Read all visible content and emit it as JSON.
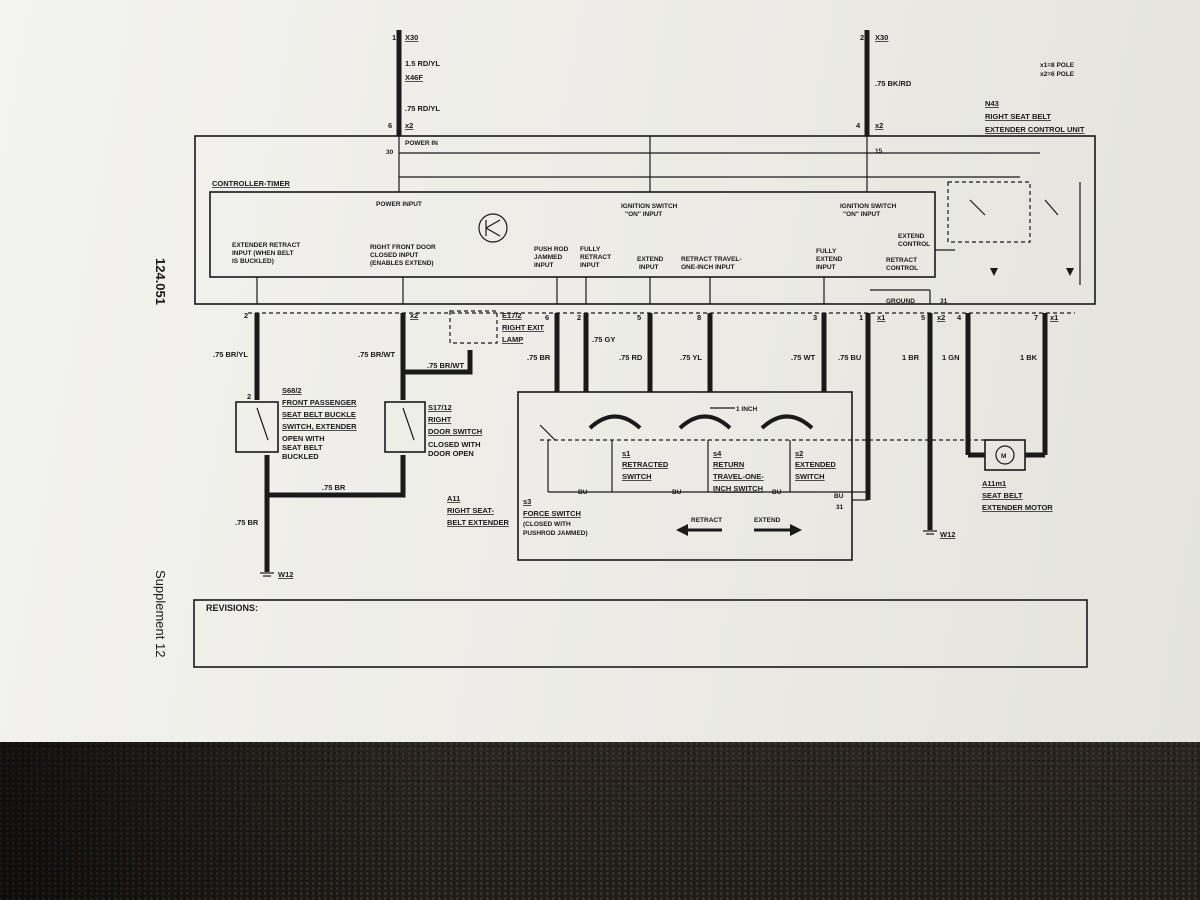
{
  "page": {
    "side_number": "124.051",
    "side_supplement": "Supplement 12"
  },
  "legend": {
    "pole1": "x1=8 POLE",
    "pole2": "x2=6 POLE"
  },
  "n43": {
    "code": "N43",
    "line1": "RIGHT SEAT BELT",
    "line2": "EXTENDER CONTROL UNIT"
  },
  "x30_left": {
    "pin": "1",
    "conn": "X30",
    "wire1": "1.5 RD/YL",
    "conn2": "X46F",
    "wire2": ".75 RD/YL",
    "pin2": "6",
    "x2": "x2",
    "power_in": "POWER IN",
    "num30": "30"
  },
  "x30_right": {
    "pin": "2",
    "conn": "X30",
    "wire": ".75 BK/RD",
    "pin2": "4",
    "x2": "x2",
    "num15": "15"
  },
  "controller": {
    "title": "CONTROLLER-TIMER",
    "power_input": "POWER INPUT",
    "ign_left_1": "IGNITION SWITCH",
    "ign_left_2": "\"ON\" INPUT",
    "ign_right_1": "IGNITION SWITCH",
    "ign_right_2": "\"ON\" INPUT",
    "ext_ret_1": "EXTENDER RETRACT",
    "ext_ret_2": "INPUT (WHEN BELT",
    "ext_ret_3": "IS BUCKLED)",
    "door_1": "RIGHT FRONT DOOR",
    "door_2": "CLOSED INPUT",
    "door_3": "(ENABLES EXTEND)",
    "push_1": "PUSH ROD",
    "push_2": "JAMMED",
    "push_3": "INPUT",
    "fr_1": "FULLY",
    "fr_2": "RETRACT",
    "fr_3": "INPUT",
    "ext_1": "EXTEND",
    "ext_2": "INPUT",
    "rt_1": "RETRACT TRAVEL-",
    "rt_2": "ONE-INCH INPUT",
    "fe_1": "FULLY",
    "fe_2": "EXTEND",
    "fe_3": "INPUT",
    "ec_1": "EXTEND",
    "ec_2": "CONTROL",
    "rc_1": "RETRACT",
    "rc_2": "CONTROL",
    "ground": "GROUND",
    "num31": "31"
  },
  "pins_bottom": {
    "p2": "2",
    "p2x": "x2",
    "p6": "6",
    "p2b": "2",
    "p5": "5",
    "p8": "8",
    "p3": "3",
    "p1": "1",
    "x1a": "x1",
    "p5b": "5",
    "x2b": "x2",
    "p4": "4",
    "p7": "7",
    "x1b": "x1"
  },
  "wires": {
    "br_yl": ".75 BR/YL",
    "br_wt": ".75 BR/WT",
    "br_wt2": ".75 BR/WT",
    "br": ".75 BR",
    "gy": ".75 GY",
    "rd": ".75 RD",
    "yl": ".75 YL",
    "wt": ".75 WT",
    "bu": ".75 BU",
    "br1": "1 BR",
    "gn1": "1 GN",
    "bk1": "1 BK",
    "br_mid": ".75 BR",
    "br_low": ".75 BR"
  },
  "lamp": {
    "code": "E17/2",
    "line1": "RIGHT EXIT",
    "line2": "LAMP"
  },
  "s68": {
    "pin": "2",
    "code": "S68/2",
    "line1": "FRONT PASSENGER",
    "line2": "SEAT BELT BUCKLE",
    "line3": "SWITCH, EXTENDER",
    "line4": "OPEN WITH",
    "line5": "SEAT BELT",
    "line6": "BUCKLED"
  },
  "s17": {
    "code": "S17/12",
    "line1": "RIGHT",
    "line2": "DOOR SWITCH",
    "line3": "CLOSED WITH",
    "line4": "DOOR OPEN"
  },
  "a11": {
    "code": "A11",
    "line1": "RIGHT SEAT-",
    "line2": "BELT EXTENDER"
  },
  "extender": {
    "s3": "s3",
    "force_1": "FORCE SWITCH",
    "force_2": "(CLOSED WITH",
    "force_3": "PUSHROD JAMMED)",
    "s1": "s1",
    "retracted_1": "RETRACTED",
    "retracted_2": "SWITCH",
    "s4": "s4",
    "return_1": "RETURN",
    "return_2": "TRAVEL-ONE-",
    "return_3": "INCH SWITCH",
    "s2": "s2",
    "extended_1": "EXTENDED",
    "extended_2": "SWITCH",
    "one_inch": "1 INCH",
    "bu1": "BU",
    "bu2": "BU",
    "bu3": "BU",
    "bu4": "BU",
    "num31": "31",
    "retract": "RETRACT",
    "extend": "EXTEND"
  },
  "motor": {
    "code": "A11m1",
    "line1": "SEAT BELT",
    "line2": "EXTENDER MOTOR",
    "symbol": "M"
  },
  "grounds": {
    "w12a": "W12",
    "w12b": "W12"
  },
  "revisions": {
    "label": "REVISIONS:"
  }
}
